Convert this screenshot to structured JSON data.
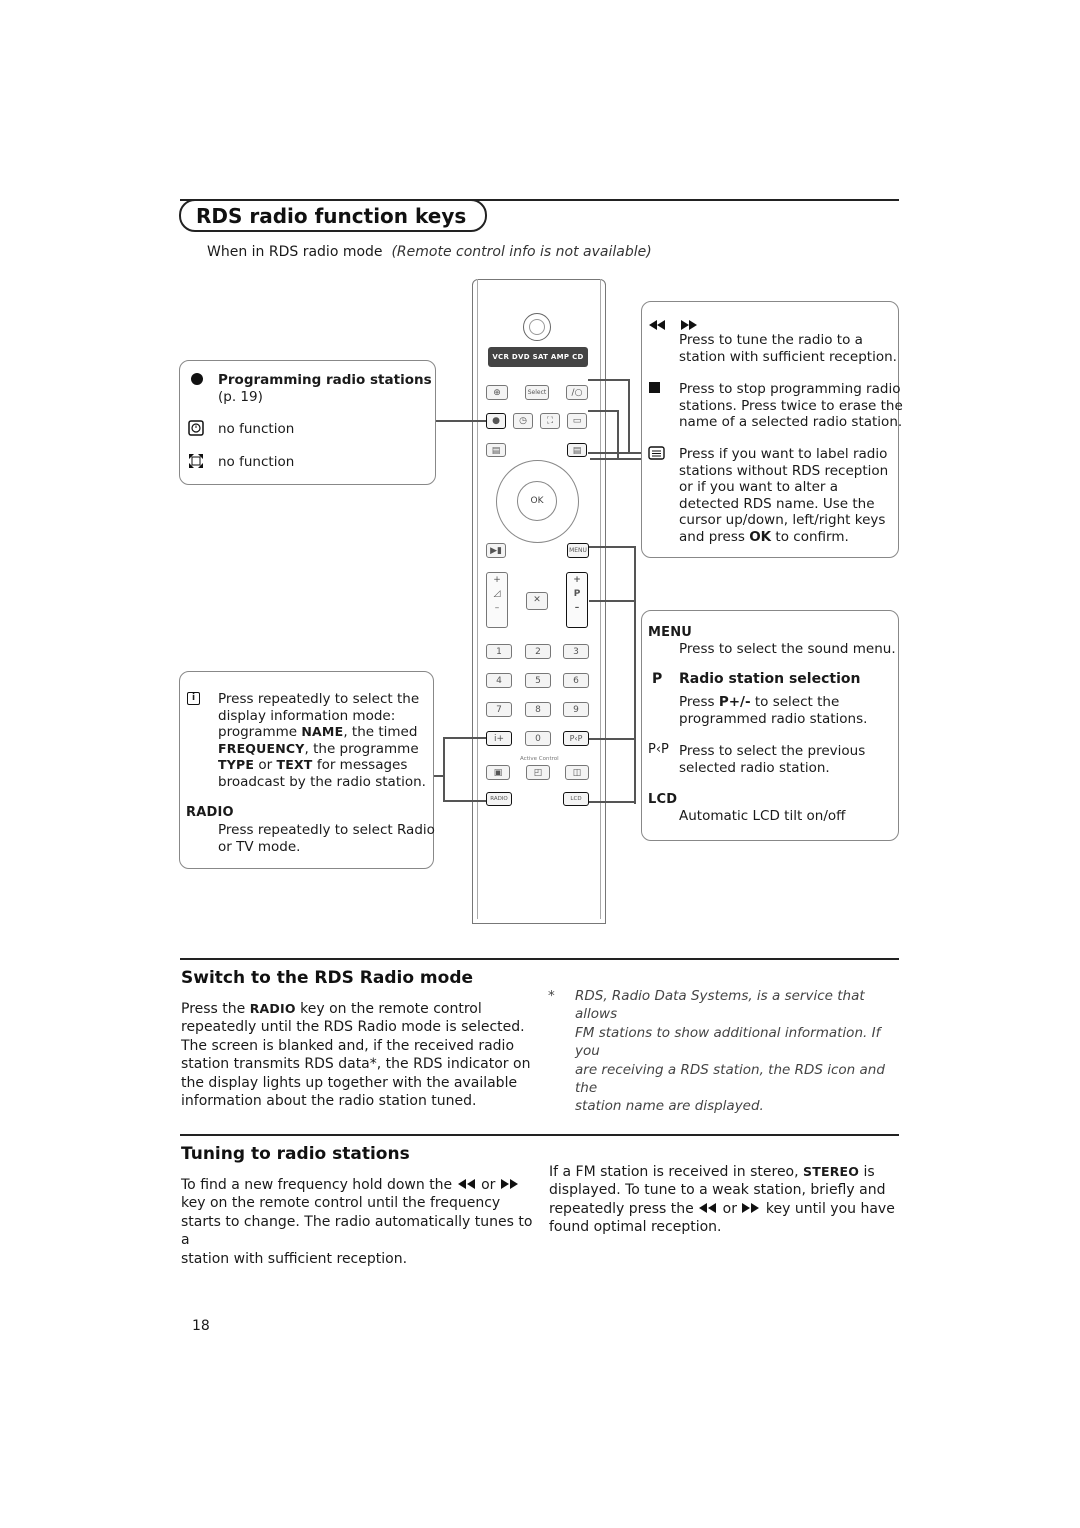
{
  "header": {
    "title": "RDS radio function keys",
    "subtitle_plain": "When in RDS radio mode",
    "subtitle_italic": "(Remote control info is not available)"
  },
  "left_box_top": {
    "item1_bold": "Programming radio stations",
    "item1_rest": "(p. 19)",
    "item2": "no function",
    "item3": "no function"
  },
  "left_box_bottom": {
    "info_line1": "Press repeatedly to select the",
    "info_line2": "display information mode:",
    "info_line3_pre": "programme",
    "info_line3_kw": "NAME",
    "info_line3_post": ", the timed",
    "info_line4_kw": "FREQUENCY",
    "info_line4_post": ", the programme",
    "info_line5_kw1": "TYPE",
    "info_line5_mid": "or",
    "info_line5_kw2": "TEXT",
    "info_line5_post": "for messages",
    "info_line6": "broadcast by the radio station.",
    "radio_heading": "RADIO",
    "radio_line1": "Press repeatedly to select Radio",
    "radio_line2": "or TV mode."
  },
  "right_box_top": {
    "tune_line1": "Press to tune the radio to a",
    "tune_line2": "station with sufficient reception.",
    "stop_line1": "Press to stop programming radio",
    "stop_line2": "stations. Press twice to erase the",
    "stop_line3": "name of a selected radio station.",
    "label_line1": "Press if you want to label radio",
    "label_line2": "stations without RDS reception",
    "label_line3": "or if you want to alter a",
    "label_line4": "detected RDS name. Use the",
    "label_line5": "cursor up/down, left/right keys",
    "label_line6_pre": "and press",
    "label_line6_kw": "OK",
    "label_line6_post": "to confirm."
  },
  "right_box_bottom": {
    "menu_heading": "MENU",
    "menu_text": "Press to select the sound menu.",
    "p_letter": "P",
    "p_heading": "Radio station selection",
    "p_line1_pre": "Press",
    "p_line1_kw": "P+/-",
    "p_line1_post": "to select the",
    "p_line2": "programmed radio stations.",
    "pp_icon": "P‹P",
    "pp_line1": "Press to select the previous",
    "pp_line2": "selected radio station.",
    "lcd_heading": "LCD",
    "lcd_text": "Automatic LCD tilt on/off"
  },
  "remote": {
    "source_labels": "VCR DVD SAT AMP CD",
    "select_label": "Select",
    "ok_label": "OK",
    "menu_label": "MENU",
    "p_label": "P",
    "digits": [
      "1",
      "2",
      "3",
      "4",
      "5",
      "6",
      "7",
      "8",
      "9",
      "0"
    ],
    "pp_label": "P‹P",
    "active_control": "Active Control",
    "radio_label": "RADIO",
    "lcd_label": "LCD"
  },
  "section_switch": {
    "heading": "Switch to the RDS Radio mode",
    "l1_pre": "Press the",
    "l1_kw": "RADIO",
    "l1_post": "key on the remote control",
    "l2": "repeatedly until the RDS Radio mode is selected.",
    "l3": "The screen is blanked and, if the received radio",
    "l4": "station transmits RDS data*, the RDS indicator on",
    "l5": "the display lights up together with the available",
    "l6": "information about the radio station tuned.",
    "note_star": "*",
    "note_l1": "RDS, Radio Data Systems, is a service that allows",
    "note_l2": "FM stations to show additional information. If you",
    "note_l3": "are receiving a RDS station, the RDS icon and the",
    "note_l4": "station name are displayed."
  },
  "section_tuning": {
    "heading": "Tuning to radio stations",
    "l1_pre": "To find a new frequency hold down the",
    "l1_mid": "or",
    "l2": "key on the remote control until the frequency",
    "l3": "starts to change. The radio automatically tunes to a",
    "l4": "station with sufficient reception.",
    "r1_pre": "If a FM station is received in stereo,",
    "r1_kw": "STEREO",
    "r1_post": "is",
    "r2": "displayed. To tune to a weak station, briefly and",
    "r3_pre": "repeatedly press the",
    "r3_mid": "or",
    "r3_post": "key until you have",
    "r4": "found optimal reception."
  },
  "footer": {
    "page_number": "18"
  }
}
